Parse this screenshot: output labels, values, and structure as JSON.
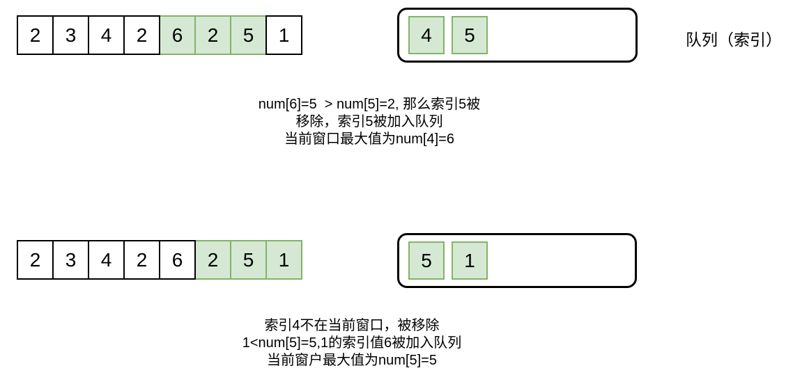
{
  "colors": {
    "green_fill": "#d5e8d4",
    "green_border": "#82b366",
    "stroke": "#000000"
  },
  "rows": [
    {
      "array": {
        "values": [
          "2",
          "3",
          "4",
          "2",
          "6",
          "2",
          "5",
          "1"
        ],
        "highlighted_indices": [
          4,
          5,
          6
        ]
      },
      "queue": {
        "values": [
          "4",
          "5"
        ],
        "label": "队列（索引）"
      },
      "caption": [
        "num[6]=5  > num[5]=2, 那么索引5被",
        "移除，索引5被加入队列",
        "当前窗口最大值为num[4]=6"
      ]
    },
    {
      "array": {
        "values": [
          "2",
          "3",
          "4",
          "2",
          "6",
          "2",
          "5",
          "1"
        ],
        "highlighted_indices": [
          5,
          6,
          7
        ]
      },
      "queue": {
        "values": [
          "5",
          "1"
        ],
        "label": ""
      },
      "caption": [
        "索引4不在当前窗口，被移除",
        "1<num[5]=5,1的索引值6被加入队列",
        "当前窗户最大值为num[5]=5"
      ]
    }
  ]
}
